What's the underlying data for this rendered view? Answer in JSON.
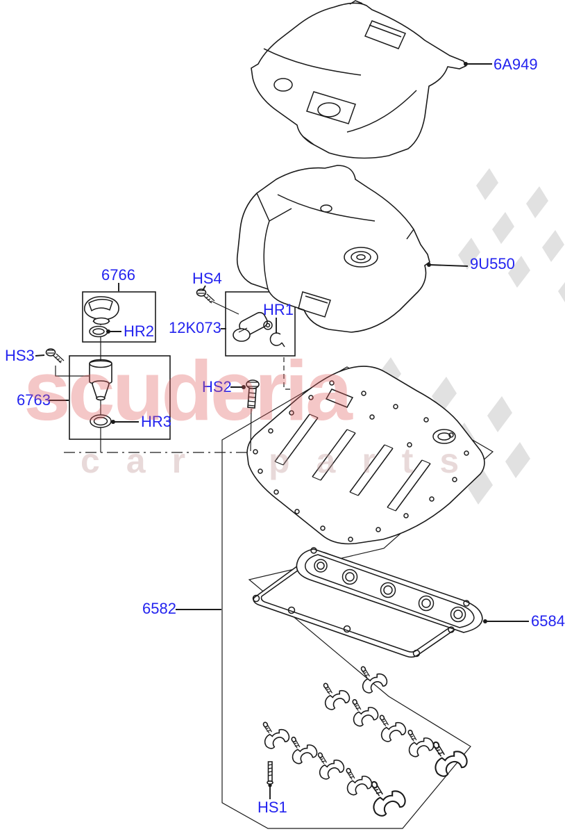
{
  "watermark": {
    "brand": "scuderia",
    "tagline": "car parts"
  },
  "callouts": {
    "engine_cover_upper": "6A949",
    "engine_cover_lower": "9U550",
    "oil_filler_cap": "6766",
    "oil_cap_oring": "HR2",
    "bolt_hs3": "HS3",
    "oil_filler_neck": "6763",
    "neck_oring": "HR3",
    "bolt_hs4": "HS4",
    "camshaft_sensor": "12K073",
    "sensor_oring": "HR1",
    "bolt_hs2": "HS2",
    "camshaft_cover_kit": "6582",
    "gasket": "6584",
    "stud_hs1": "HS1"
  },
  "colors": {
    "callout_blue": "#2323ef",
    "line_black": "#1a1a1a",
    "watermark_pink": "#e05a5a",
    "flag_gray": "#dadada"
  }
}
